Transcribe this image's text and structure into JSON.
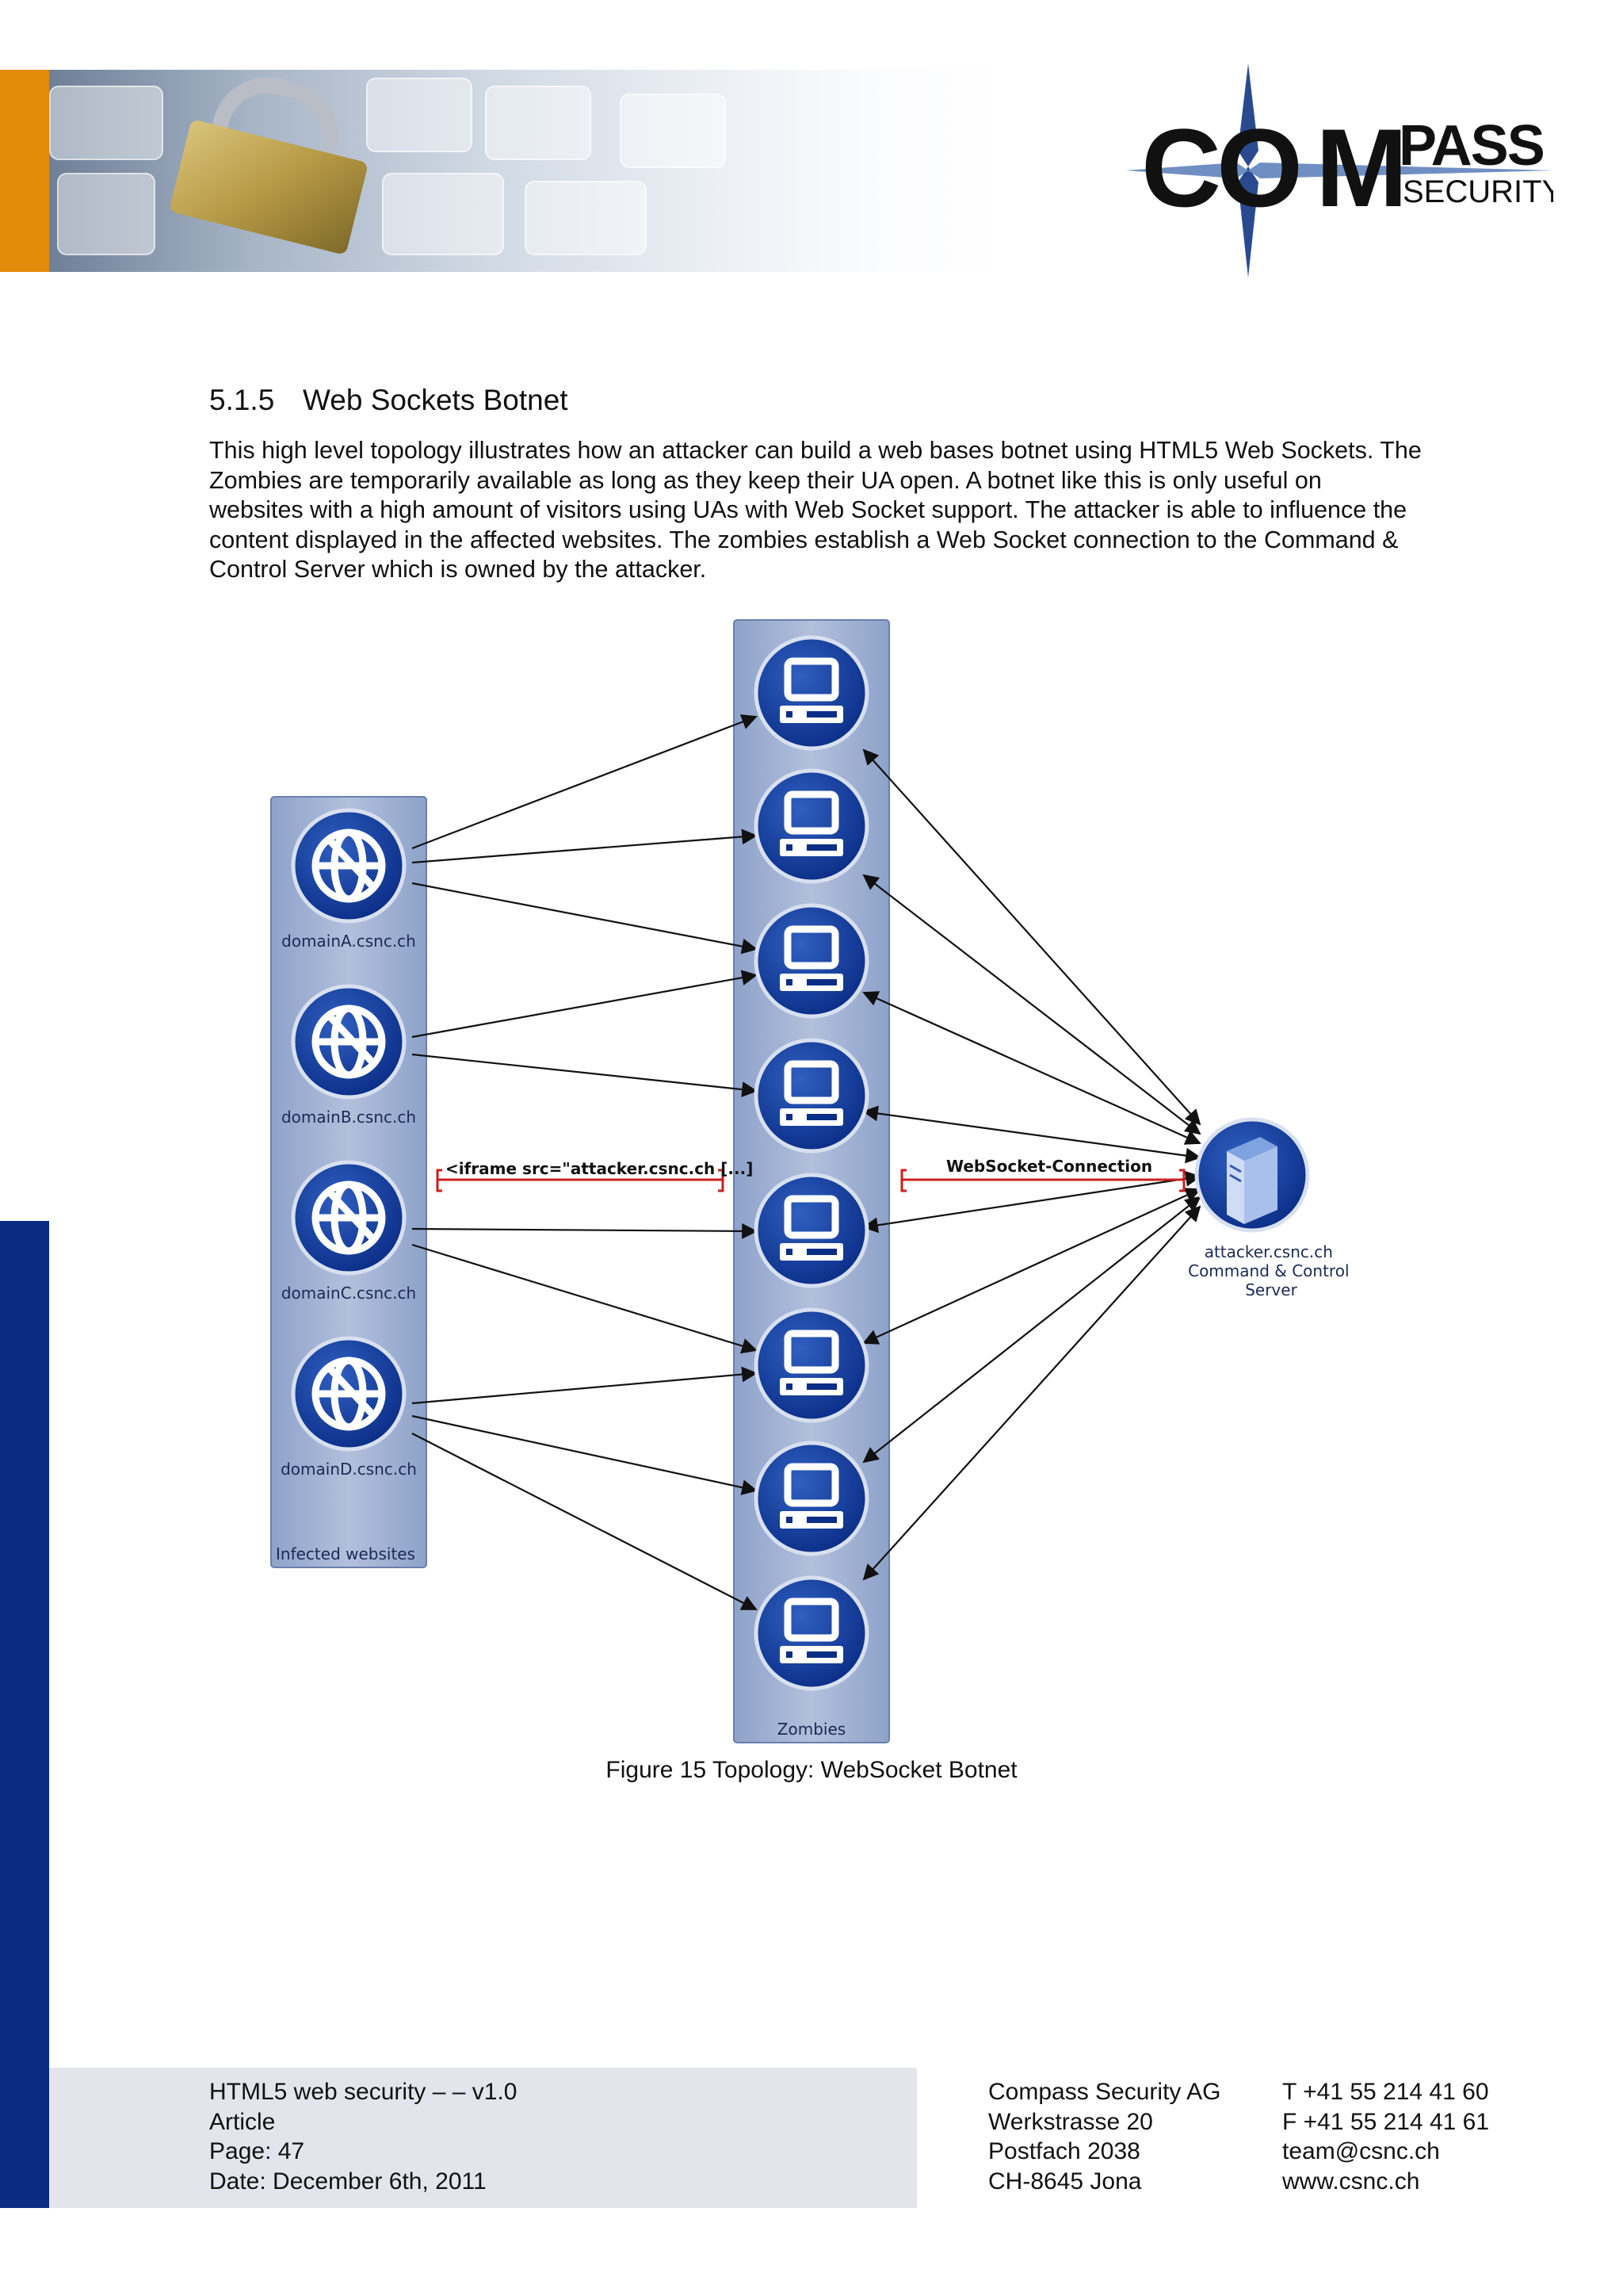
{
  "header": {
    "logo_text": "COMPASS",
    "logo_sub": "SECURITY"
  },
  "section": {
    "number": "5.1.5",
    "title": "Web Sockets Botnet",
    "paragraph": "This high level topology illustrates how an attacker can build a web bases botnet using HTML5 Web Sockets. The Zombies are temporarily available as long as they keep their UA open. A botnet like this is only useful on websites with a high amount of visitors using UAs with Web Socket support. The attacker is able to influence the content displayed in the affected websites. The zombies establish a Web Socket connection to the Command & Control Server which is owned by the attacker."
  },
  "figure": {
    "websites_group_label": "Infected websites",
    "zombies_group_label": "Zombies",
    "domains": [
      "domainA.csnc.ch",
      "domainB.csnc.ch",
      "domainC.csnc.ch",
      "domainD.csnc.ch"
    ],
    "zombie_count": 8,
    "iframe_label": "<iframe src=\"attacker.csnc.ch [...]",
    "websocket_label": "WebSocket-Connection",
    "server_label_lines": [
      "attacker.csnc.ch",
      "Command & Control",
      "Server"
    ],
    "caption": "Figure 15 Topology: WebSocket Botnet",
    "colors": {
      "node_blue": "#0a2d86",
      "group_fill": "#9aacd0",
      "accent_red": "#cc1f1f"
    }
  },
  "footer": {
    "doc_title": "HTML5 web security –  – v1.0",
    "doc_type": "Article",
    "page": "Page: 47",
    "date": "Date: December 6th, 2011",
    "company": "Compass Security AG",
    "street": "Werkstrasse 20",
    "postbox": "Postfach 2038",
    "city": "CH-8645 Jona",
    "phone": "T +41 55 214 41 60",
    "fax": "F +41 55 214 41 61",
    "email": "team@csnc.ch",
    "web": "www.csnc.ch"
  }
}
